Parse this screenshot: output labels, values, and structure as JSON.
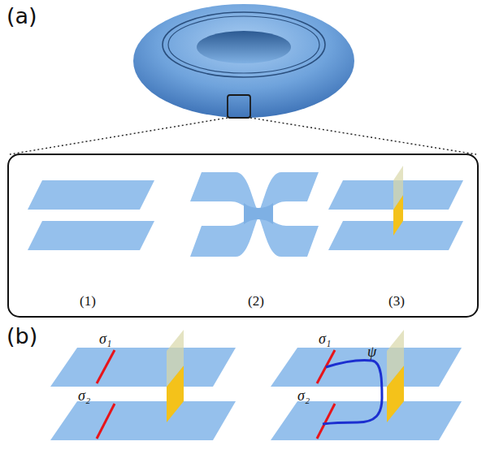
{
  "diagram": {
    "labels": [
      "(a)",
      "(1)",
      "(2)",
      "(3)",
      "(b)",
      "σ₁",
      "σ₂",
      "σ₁",
      "ψ",
      "σ₂"
    ]
  }
}
